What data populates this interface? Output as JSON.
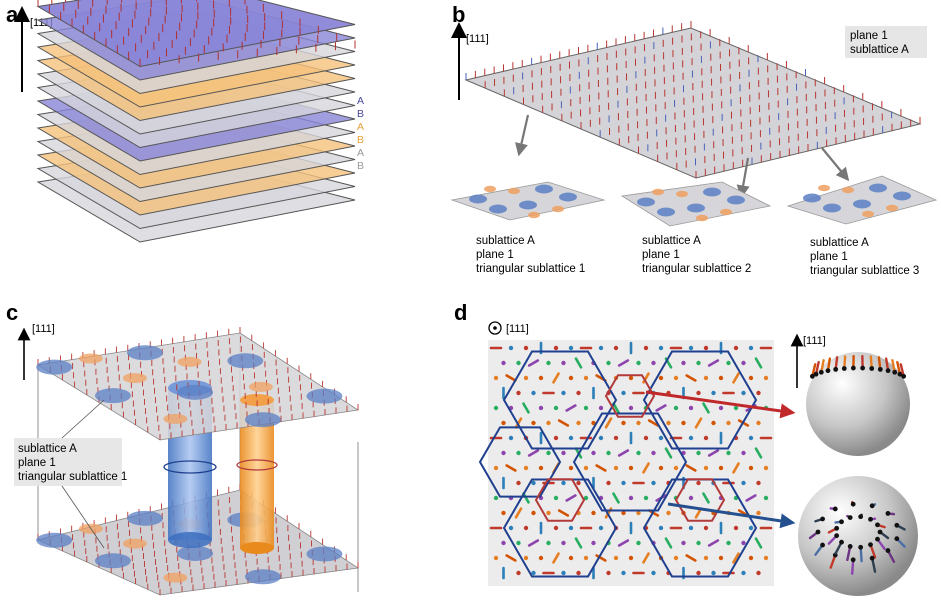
{
  "panels": {
    "a": {
      "letter": "a",
      "axis_label": "[111]",
      "stack_labels": [
        {
          "text": "A",
          "color": "#4b4aa0"
        },
        {
          "text": "B",
          "color": "#4b4aa0"
        },
        {
          "text": "A",
          "color": "#e8a33c"
        },
        {
          "text": "B",
          "color": "#e8a33c"
        },
        {
          "text": "A",
          "color": "#9a9a9a"
        },
        {
          "text": "B",
          "color": "#9a9a9a"
        }
      ]
    },
    "b": {
      "letter": "b",
      "axis_label": "[111]",
      "legend_lines": [
        "plane 1",
        "sublattice A"
      ],
      "insets": [
        {
          "lines": [
            "sublattice A",
            "plane 1",
            "triangular sublattice 1"
          ]
        },
        {
          "lines": [
            "sublattice A",
            "plane 1",
            "triangular sublattice 2"
          ]
        },
        {
          "lines": [
            "sublattice A",
            "plane 1",
            "triangular sublattice 3"
          ]
        }
      ]
    },
    "c": {
      "letter": "c",
      "axis_label": "[111]",
      "legend_lines": [
        "sublattice A",
        "plane 1",
        "triangular sublattice 1"
      ]
    },
    "d": {
      "letter": "d",
      "axis_label_left": "[111]",
      "axis_label_right": "[111]"
    }
  },
  "colors": {
    "purple_plane": "#8a86d8",
    "orange_plane": "#f5c27a",
    "gray_plane": "#d6d6dc",
    "blue_skyrmion": "#5b7fc4",
    "orange_skyrmion": "#f0a060",
    "hex_blue": "#1f3f8f",
    "hex_red": "#b23a3a"
  }
}
